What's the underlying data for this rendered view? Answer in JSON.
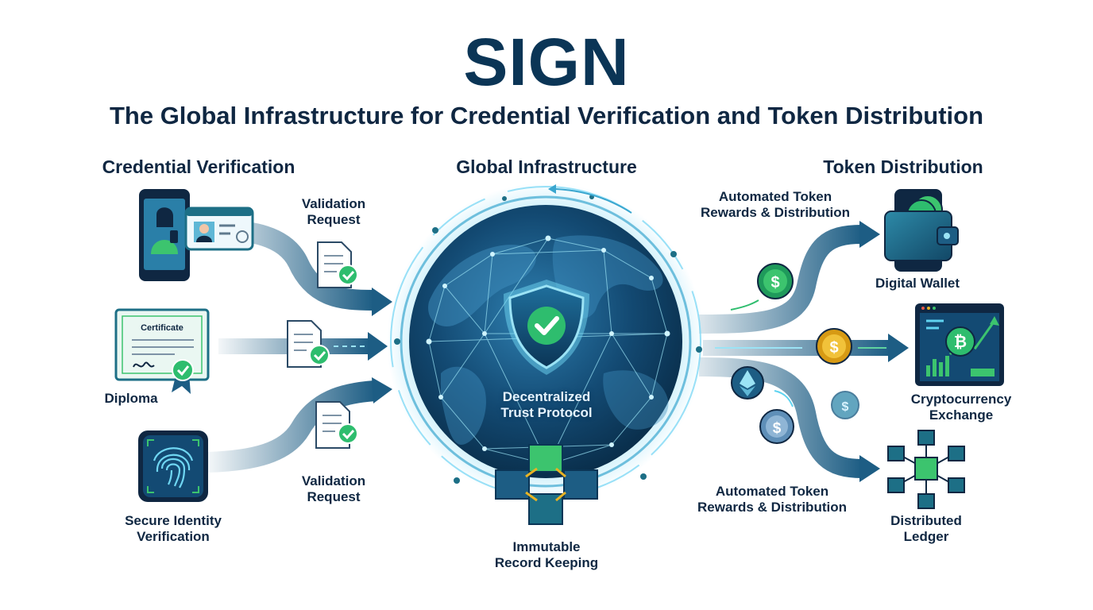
{
  "header": {
    "title": "SIGN",
    "subtitle": "The Global Infrastructure for Credential Verification and Token Distribution"
  },
  "sections": {
    "left": "Credential Verification",
    "center": "Global Infrastructure",
    "right": "Token Distribution"
  },
  "left": {
    "top_request": "Validation\nRequest",
    "bottom_request": "Validation\nRequest",
    "certificate_title": "Certificate",
    "diploma": "Diploma",
    "secure_identity": "Secure Identity\nVerification"
  },
  "center": {
    "protocol": "Decentralized\nTrust Protocol",
    "record_keeping": "Immutable\nRecord Keeping"
  },
  "right": {
    "rewards_top": "Automated Token\nRewards & Distribution",
    "rewards_bottom": "Automated Token\nRewards & Distribution",
    "wallet": "Digital Wallet",
    "exchange": "Cryptocurrency\nExchange",
    "ledger": "Distributed\nLedger"
  },
  "icons": {
    "phone": "smartphone-id-icon",
    "id_card": "id-card-icon",
    "certificate": "certificate-icon",
    "fingerprint": "fingerprint-icon",
    "document_check": "document-check-icon",
    "globe": "globe-network-icon",
    "shield": "shield-check-icon",
    "blocks": "blockchain-cubes-icon",
    "coin": "dollar-coin-icon",
    "ethereum": "ethereum-coin-icon",
    "wallet": "wallet-icon",
    "exchange": "exchange-chart-icon",
    "bitcoin": "bitcoin-icon",
    "ledger": "ledger-network-icon"
  },
  "colors": {
    "navy": "#0b3556",
    "teal": "#1d6f86",
    "green": "#2ebd6e",
    "gold": "#e8b324",
    "cyan": "#5fd3f0"
  }
}
